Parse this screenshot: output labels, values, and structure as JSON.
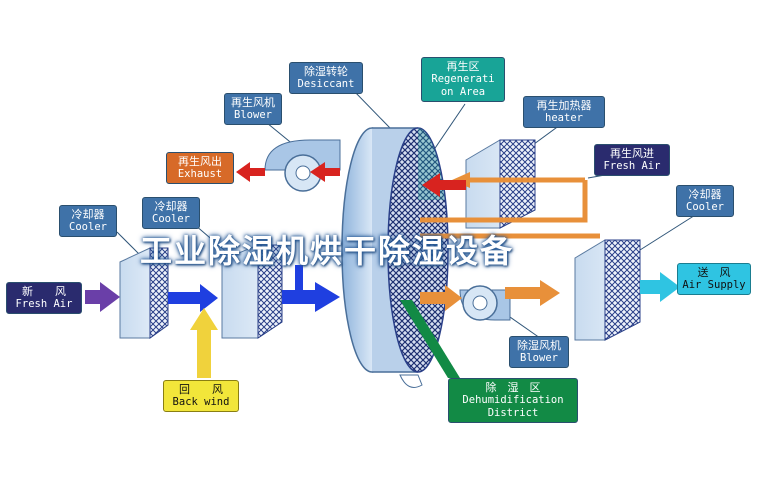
{
  "headline": "工业除湿机烘干除湿设备",
  "labels": {
    "desiccant": {
      "cn": "除湿转轮",
      "en": "Desiccant"
    },
    "regeneration_area": {
      "cn": "再生区",
      "en1": "Regenerati",
      "en2": "on Area"
    },
    "regen_blower": {
      "cn": "再生风机",
      "en": "Blower"
    },
    "regen_heater": {
      "cn": "再生加热器",
      "en": "heater"
    },
    "regen_exhaust": {
      "cn": "再生风出",
      "en": "Exhaust"
    },
    "regen_fresh_air": {
      "cn": "再生风进",
      "en": "Fresh Air"
    },
    "cooler_left": {
      "cn": "冷却器",
      "en": "Cooler"
    },
    "cooler_middle": {
      "cn": "冷却器",
      "en": "Cooler"
    },
    "cooler_right": {
      "cn": "冷却器",
      "en": "Cooler"
    },
    "fresh_air_in": {
      "cn": "新　　风",
      "en": "Fresh Air"
    },
    "back_wind": {
      "cn": "回　　风",
      "en": "Back wind"
    },
    "air_supply": {
      "cn": "送　风",
      "en": "Air Supply"
    },
    "dehum_blower": {
      "cn": "除湿风机",
      "en": "Blower"
    },
    "dehum_district": {
      "cn": "除　湿　区",
      "en1": "Dehumidification",
      "en2": "District"
    }
  },
  "colors": {
    "callout_blue": "#3f72a8",
    "exhaust_orange": "#d76a28",
    "regen_teal": "#18a497",
    "fresh_air_navy": "#2a2b6e",
    "dehum_green": "#128a45",
    "supply_cyan": "#2fc4e2",
    "back_wind_yellow": "#f2e63a",
    "process_arrow_blue": "#1f3fe0",
    "regen_arrow_orange": "#e8903a",
    "exhaust_arrow_red": "#d8231f"
  }
}
